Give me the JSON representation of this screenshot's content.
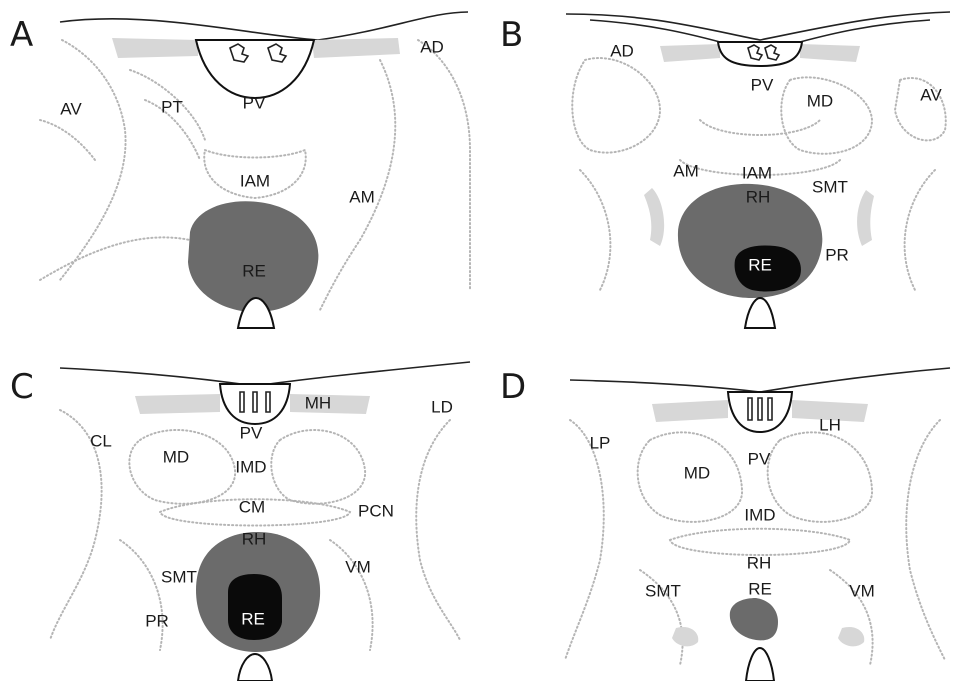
{
  "colors": {
    "lesion_dark": "#6b6b6b",
    "lesion_core": "#0a0a0a",
    "fiber_grey": "#d7d7d7",
    "boundary_dots": "#b5b5b5",
    "text": "#1a1a1a"
  },
  "panels": [
    {
      "letter": "A",
      "labels": [
        "AD",
        "AV",
        "PT",
        "PV",
        "IAM",
        "AM",
        "RE"
      ]
    },
    {
      "letter": "B",
      "labels": [
        "AD",
        "PV",
        "MD",
        "AV",
        "AM",
        "IAM",
        "RH",
        "SMT",
        "RE",
        "PR"
      ]
    },
    {
      "letter": "C",
      "labels": [
        "MH",
        "LD",
        "PV",
        "CL",
        "MD",
        "IMD",
        "CM",
        "PCN",
        "RH",
        "VM",
        "SMT",
        "PR",
        "RE"
      ]
    },
    {
      "letter": "D",
      "labels": [
        "LH",
        "LP",
        "PV",
        "MD",
        "IMD",
        "RH",
        "SMT",
        "RE",
        "VM"
      ]
    }
  ]
}
